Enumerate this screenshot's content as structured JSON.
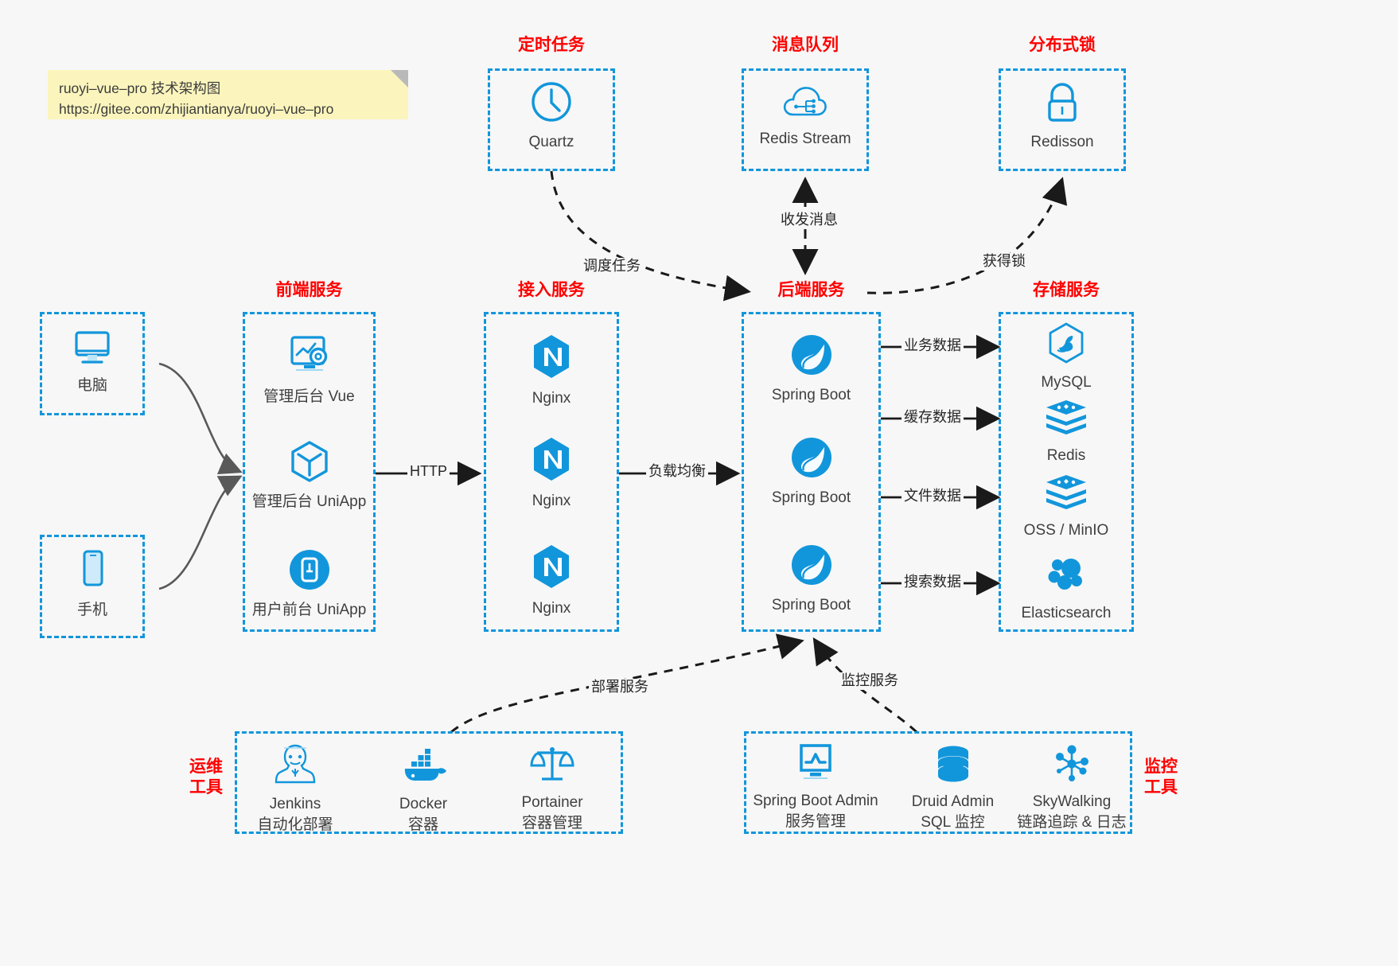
{
  "note": {
    "line1": "ruoyi–vue–pro 技术架构图",
    "line2": "https://gitee.com/zhijiantianya/ruoyi–vue–pro"
  },
  "colors": {
    "accent": "#1296db",
    "title_red": "#ff0000",
    "text": "#3f3f3f",
    "arrow": "#1a1a1a",
    "curve_gray": "#595959",
    "note_bg": "#fbf5bd",
    "page_bg": "#f7f7f7"
  },
  "groups": {
    "scheduler": {
      "title": "定时任务"
    },
    "mq": {
      "title": "消息队列"
    },
    "lock": {
      "title": "分布式锁"
    },
    "frontend": {
      "title": "前端服务"
    },
    "gateway": {
      "title": "接入服务"
    },
    "backend": {
      "title": "后端服务"
    },
    "storage": {
      "title": "存储服务"
    },
    "devops": {
      "title": "运维\n工具"
    },
    "monitor": {
      "title": "监控\n工具"
    }
  },
  "nodes": {
    "quartz": {
      "label": "Quartz",
      "icon": "clock-icon"
    },
    "redis_stream": {
      "label": "Redis Stream",
      "icon": "cloud-stream-icon"
    },
    "redisson": {
      "label": "Redisson",
      "icon": "lock-icon"
    },
    "pc": {
      "label": "电脑",
      "icon": "desktop-monitor-icon"
    },
    "phone": {
      "label": "手机",
      "icon": "mobile-phone-icon"
    },
    "admin_vue": {
      "label": "管理后台 Vue",
      "icon": "dashboard-settings-icon"
    },
    "admin_uniapp": {
      "label": "管理后台 UniApp",
      "icon": "cube-icon"
    },
    "user_uniapp": {
      "label": "用户前台 UniApp",
      "icon": "app-circle-icon"
    },
    "nginx1": {
      "label": "Nginx",
      "icon": "nginx-icon"
    },
    "nginx2": {
      "label": "Nginx",
      "icon": "nginx-icon"
    },
    "nginx3": {
      "label": "Nginx",
      "icon": "nginx-icon"
    },
    "springboot1": {
      "label": "Spring Boot",
      "icon": "spring-leaf-icon"
    },
    "springboot2": {
      "label": "Spring Boot",
      "icon": "spring-leaf-icon"
    },
    "springboot3": {
      "label": "Spring Boot",
      "icon": "spring-leaf-icon"
    },
    "mysql": {
      "label": "MySQL",
      "icon": "mysql-dolphin-icon"
    },
    "redis": {
      "label": "Redis",
      "icon": "redis-stack-icon"
    },
    "oss": {
      "label": "OSS / MinIO",
      "icon": "redis-stack-icon"
    },
    "elasticsearch": {
      "label": "Elasticsearch",
      "icon": "elasticsearch-icon"
    },
    "jenkins": {
      "label": "Jenkins",
      "sublabel": "自动化部署",
      "icon": "jenkins-butler-icon"
    },
    "docker": {
      "label": "Docker",
      "sublabel": "容器",
      "icon": "docker-whale-icon"
    },
    "portainer": {
      "label": "Portainer",
      "sublabel": "容器管理",
      "icon": "scales-icon"
    },
    "sba": {
      "label": "Spring Boot Admin",
      "sublabel": "服务管理",
      "icon": "monitor-chart-icon"
    },
    "druid": {
      "label": "Druid Admin",
      "sublabel": "SQL 监控",
      "icon": "database-icon"
    },
    "skywalking": {
      "label": "SkyWalking",
      "sublabel": "链路追踪 & 日志",
      "icon": "skywalking-node-icon"
    }
  },
  "edges": {
    "schedule_task": "调度任务",
    "send_receive_msg": "收发消息",
    "acquire_lock": "获得锁",
    "http": "HTTP",
    "load_balance": "负载均衡",
    "business_data": "业务数据",
    "cache_data": "缓存数据",
    "file_data": "文件数据",
    "search_data": "搜索数据",
    "deploy_service": "部署服务",
    "monitor_service": "监控服务"
  }
}
